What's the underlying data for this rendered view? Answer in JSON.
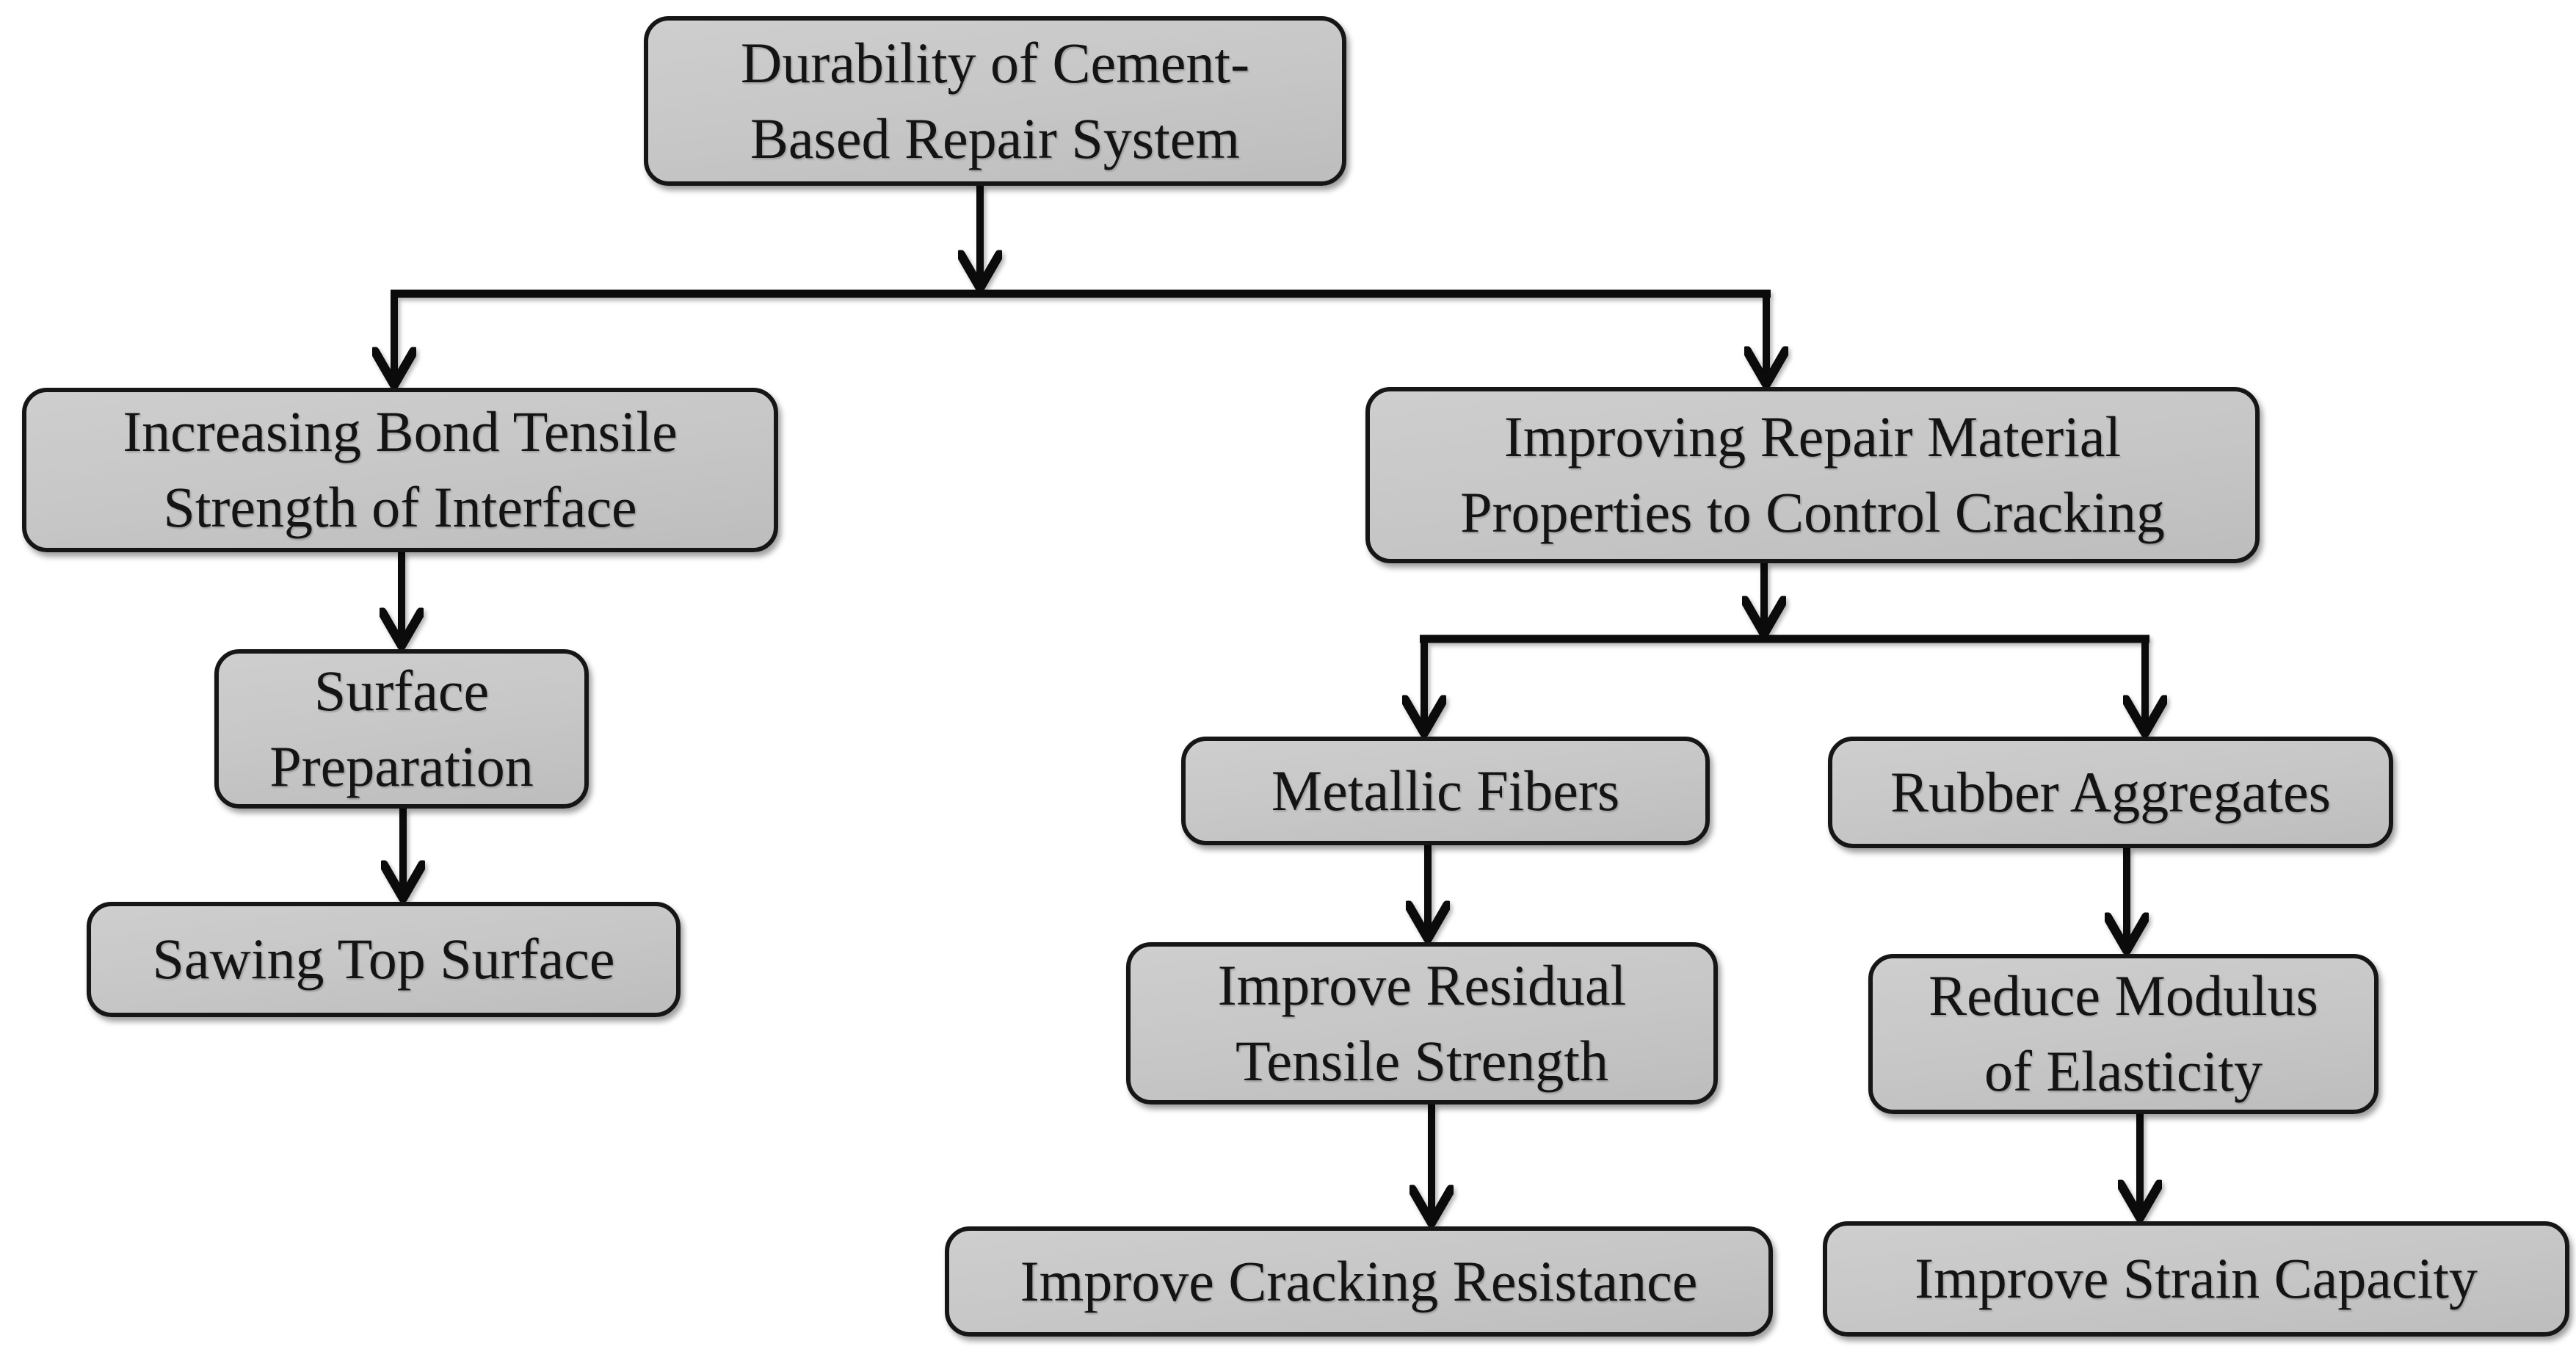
{
  "diagram": {
    "type": "flowchart",
    "title": "Durability of Cement-Based Repair System",
    "colors": {
      "background": "#ffffff",
      "box_fill": "#c6c6c6",
      "box_border": "#161616",
      "arrow": "#0b0b0b",
      "text": "#141414"
    },
    "nodes": {
      "root": {
        "label": "Durability of Cement-\nBased Repair System"
      },
      "bond": {
        "label": "Increasing Bond Tensile\nStrength of Interface"
      },
      "surface": {
        "label": "Surface\nPreparation"
      },
      "sawing": {
        "label": "Sawing Top Surface"
      },
      "improving": {
        "label": "Improving Repair Material\nProperties to Control Cracking"
      },
      "metallic": {
        "label": "Metallic Fibers"
      },
      "rubber": {
        "label": "Rubber Aggregates"
      },
      "residual": {
        "label": "Improve Residual\nTensile Strength"
      },
      "modulus": {
        "label": "Reduce Modulus\nof Elasticity"
      },
      "cracking": {
        "label": "Improve Cracking Resistance"
      },
      "strain": {
        "label": "Improve Strain Capacity"
      }
    },
    "edges": [
      {
        "from": "root",
        "to": "bond"
      },
      {
        "from": "root",
        "to": "improving"
      },
      {
        "from": "bond",
        "to": "surface"
      },
      {
        "from": "surface",
        "to": "sawing"
      },
      {
        "from": "improving",
        "to": "metallic"
      },
      {
        "from": "improving",
        "to": "rubber"
      },
      {
        "from": "metallic",
        "to": "residual"
      },
      {
        "from": "residual",
        "to": "cracking"
      },
      {
        "from": "rubber",
        "to": "modulus"
      },
      {
        "from": "modulus",
        "to": "strain"
      }
    ]
  }
}
